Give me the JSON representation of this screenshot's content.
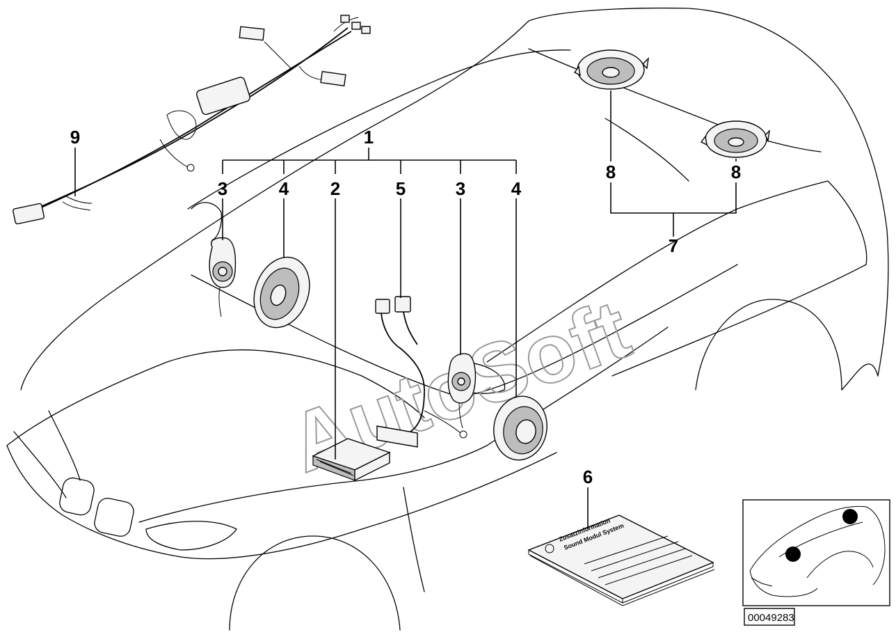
{
  "diagram": {
    "callouts": {
      "c1": "1",
      "c2": "2",
      "c3a": "3",
      "c3b": "3",
      "c4a": "4",
      "c4b": "4",
      "c5": "5",
      "c6": "6",
      "c7": "7",
      "c8a": "8",
      "c8b": "8",
      "c9": "9"
    },
    "watermark": "AutoSoft",
    "booklet": {
      "line1": "Zusatzinformation",
      "line2": "Sound Modul System"
    },
    "reference_id": "00049283"
  }
}
